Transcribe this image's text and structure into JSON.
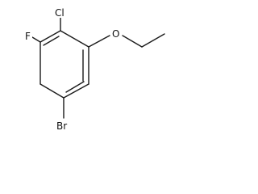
{
  "molecule": {
    "atoms": {
      "chlorine": "Cl",
      "fluorine": "F",
      "oxygen": "O",
      "bromine": "Br"
    }
  }
}
